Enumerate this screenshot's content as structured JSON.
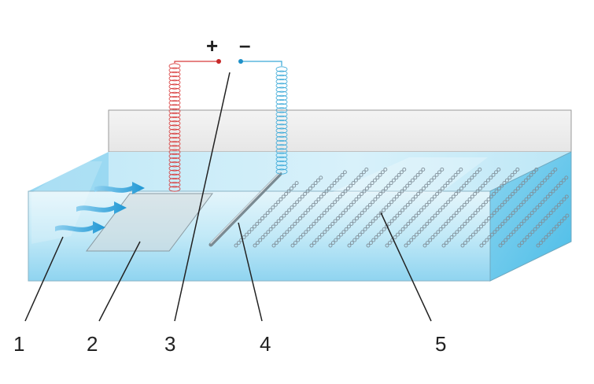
{
  "electrode_signs": {
    "positive": "+",
    "negative": "–"
  },
  "labels": [
    "1",
    "2",
    "3",
    "4",
    "5"
  ],
  "colors": {
    "water_light": "#d9f2fb",
    "water_mid": "#a9def3",
    "water_deep": "#59c3ea",
    "tank_wall": "#eeeeee",
    "positive_lead": "#d83a3a",
    "negative_lead": "#3aa9d8",
    "flow_arrow": "#2a9fd6",
    "bubble": "#7f8e98",
    "leader_line": "#222222"
  },
  "icons": {
    "flow": "flow-arrow-icon",
    "bubbles": "gas-bubble-row"
  }
}
